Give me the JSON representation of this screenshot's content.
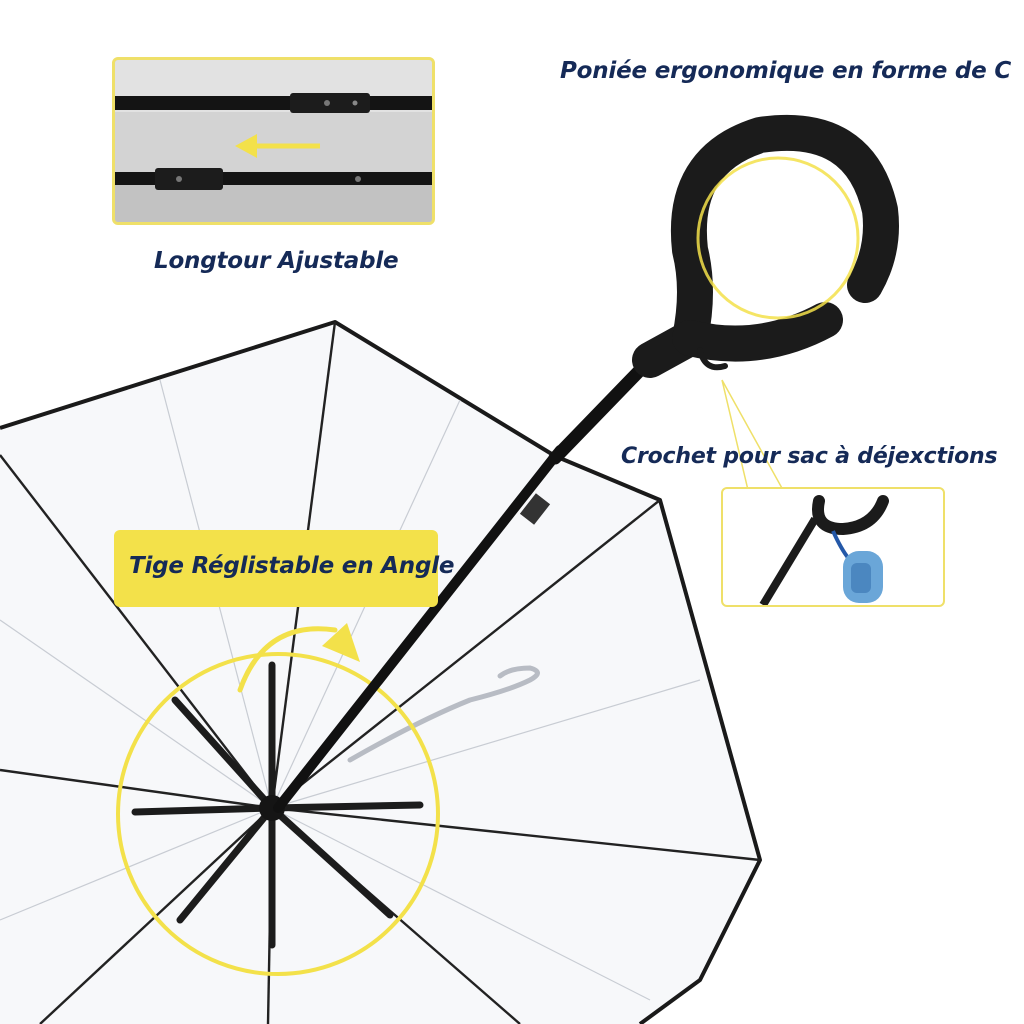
{
  "labels": {
    "handle": "Poniée ergonomique en forme de C",
    "length": "Longtour Ajustable",
    "hook": "Crochet pour sac à déjexctions",
    "angle": "Tige Réglistable en Angle"
  },
  "icons": {
    "length_arrow": "arrow-left-icon",
    "angle_arrow": "arrow-up-curved-icon"
  },
  "colors": {
    "text": "#152a57",
    "accent_yellow": "#f3e14a",
    "inset_border": "#efe069",
    "bag_blue": "#6aa6d8",
    "canopy_rim": "#1a1a1a"
  }
}
